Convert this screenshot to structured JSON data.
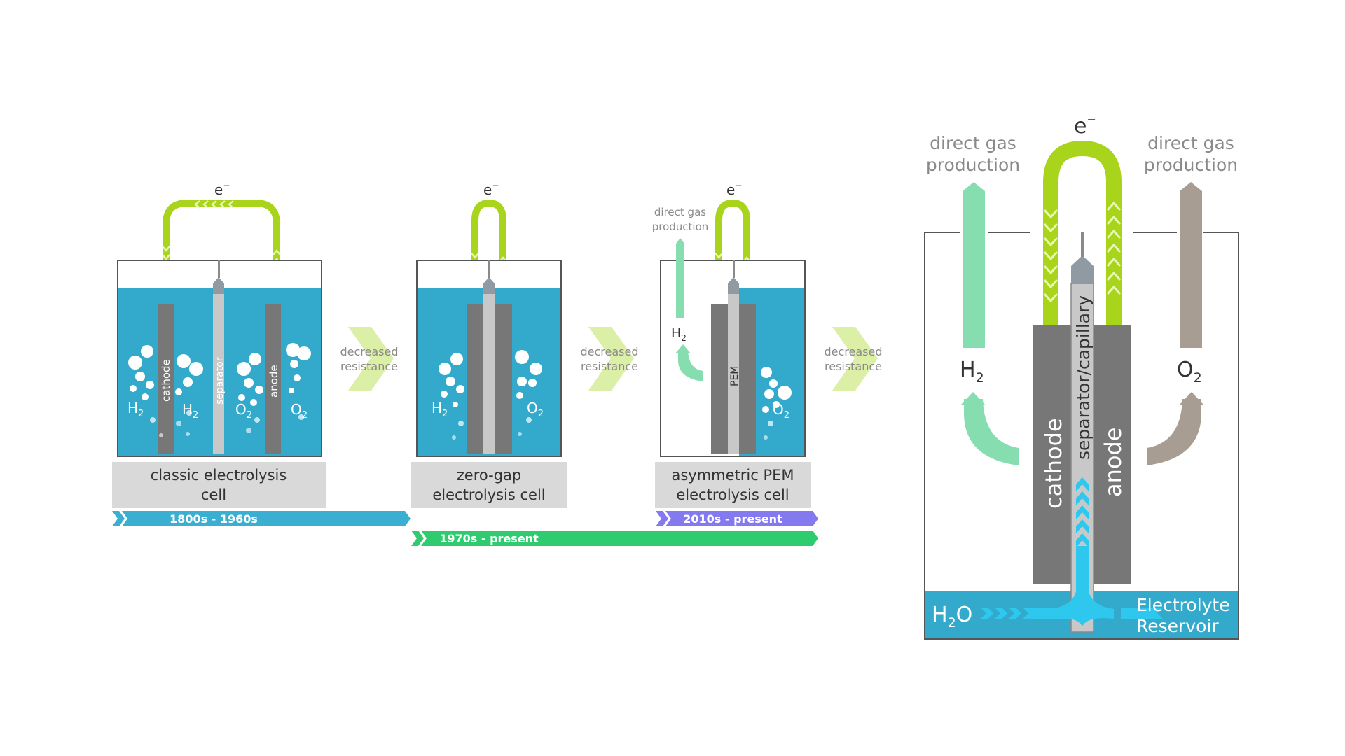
{
  "colors": {
    "electrolyte": "#33aacc",
    "electrode": "#777777",
    "separator": "#c8c8c8",
    "wire": "#a8d41c",
    "arrow_light": "#dcefa6",
    "label_box": "#d9d9d9",
    "hydrogen_pipe": "#86ddb0",
    "oxygen_pipe": "#a89d92",
    "timeline_blue": "#3aafd1",
    "timeline_green": "#2ecc6f",
    "timeline_purple": "#8579ef",
    "flow_arrow": "#2ec8ee"
  },
  "symbols": {
    "electron": "e",
    "electron_sup": "−",
    "h": "H",
    "o": "O",
    "sub2": "2"
  },
  "arrows": {
    "label_line1": "decreased",
    "label_line2": "resistance"
  },
  "cells": {
    "classic": {
      "title_line1": "classic electrolysis",
      "title_line2": "cell",
      "cathode": "cathode",
      "separator": "separator",
      "anode": "anode"
    },
    "zero_gap": {
      "title_line1": "zero-gap",
      "title_line2": "electrolysis cell"
    },
    "pem": {
      "title_line1": "asymmetric PEM",
      "title_line2": "electrolysis cell",
      "membrane": "PEM",
      "gas_line1": "direct gas",
      "gas_line2": "production"
    }
  },
  "timeline": {
    "era1": "1800s - 1960s",
    "era2": "1970s - present",
    "era3": "2010s - present"
  },
  "detail": {
    "gas_line1": "direct gas",
    "gas_line2": "production",
    "cathode": "cathode",
    "separator": "separator/capillary",
    "anode": "anode",
    "reservoir_line1": "Electrolyte",
    "reservoir_line2": "Reservoir"
  }
}
